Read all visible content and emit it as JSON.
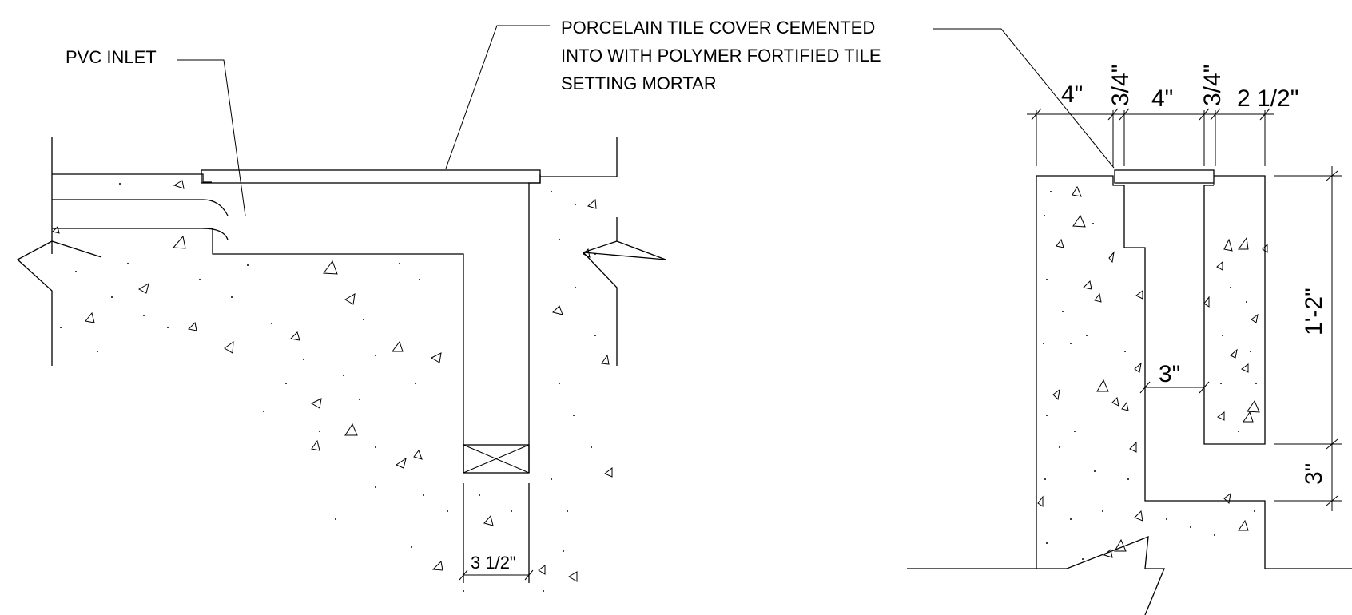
{
  "notes": {
    "pvc_inlet": "PVC INLET",
    "tile_line1": "PORCELAIN TILE COVER CEMENTED",
    "tile_line2": "INTO WITH POLYMER FORTIFIED TILE",
    "tile_line3": "SETTING MORTAR"
  },
  "dimensions": {
    "left_width": "3 1/2\"",
    "top_4_left": "4\"",
    "top_3_4_a": "3/4\"",
    "top_4_mid": "4\"",
    "top_3_4_b": "3/4\"",
    "top_2_1_2": "2 1/2\"",
    "channel_3": "3\"",
    "height_1_2": "1'-2\"",
    "height_3": "3\""
  }
}
